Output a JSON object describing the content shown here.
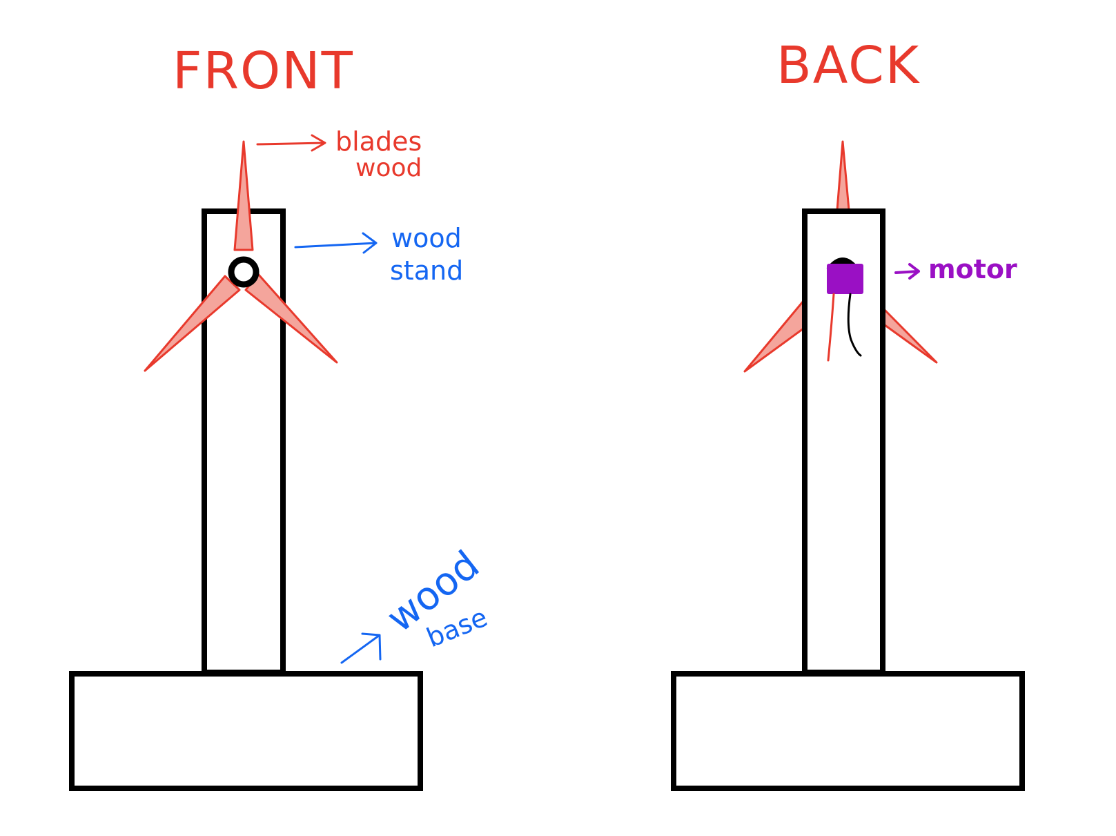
{
  "colors": {
    "outline": "#000000",
    "blades": "#e8392c",
    "blade_fill": "#f4a59c",
    "label_blue": "#1466f2",
    "motor": "#9a10c4",
    "background": "#ffffff"
  },
  "front": {
    "title": "FRONT",
    "blades_label_line1": "blades",
    "blades_label_line2": "wood",
    "stand_label_line1": "wood",
    "stand_label_line2": "stand",
    "base_label_line1": "wood",
    "base_label_line2": "base"
  },
  "back": {
    "title": "BACK",
    "motor_label": "motor"
  }
}
